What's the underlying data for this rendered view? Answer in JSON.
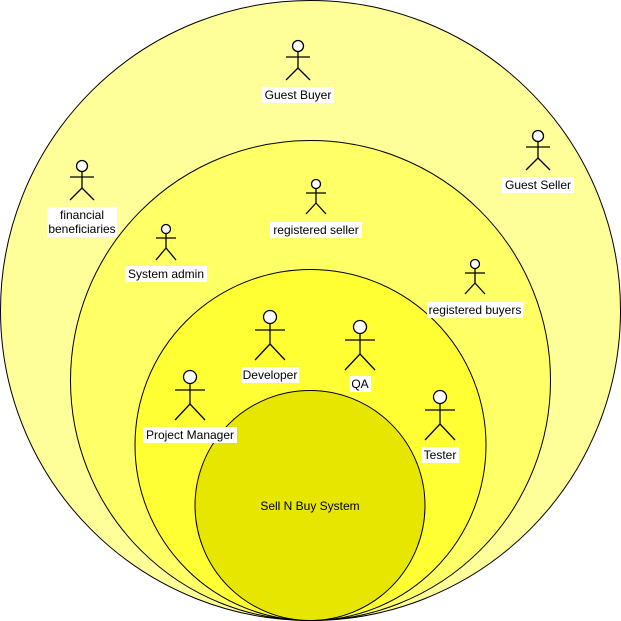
{
  "colors": {
    "outer_ring": "#ffff99",
    "second_ring": "#ffff66",
    "third_ring": "#ffff33",
    "core": "#e6e600",
    "stroke": "#000000",
    "label_background": "#ffffff"
  },
  "core": {
    "label": "Sell N Buy System"
  },
  "actors": {
    "guest_buyer": {
      "label": "Guest Buyer",
      "icon": "stick-figure-icon"
    },
    "guest_seller": {
      "label": "Guest Seller",
      "icon": "stick-figure-icon"
    },
    "financial_beneficiaries": {
      "label_line1": "financial",
      "label_line2": "beneficiaries",
      "icon": "stick-figure-icon"
    },
    "registered_seller": {
      "label": "registered seller",
      "icon": "stick-figure-icon"
    },
    "system_admin": {
      "label": "System admin",
      "icon": "stick-figure-icon"
    },
    "registered_buyers": {
      "label": "registered buyers",
      "icon": "stick-figure-icon"
    },
    "developer": {
      "label": "Developer",
      "icon": "stick-figure-icon"
    },
    "qa": {
      "label": "QA",
      "icon": "stick-figure-icon"
    },
    "project_manager": {
      "label": "Project Manager",
      "icon": "stick-figure-icon"
    },
    "tester": {
      "label": "Tester",
      "icon": "stick-figure-icon"
    }
  }
}
